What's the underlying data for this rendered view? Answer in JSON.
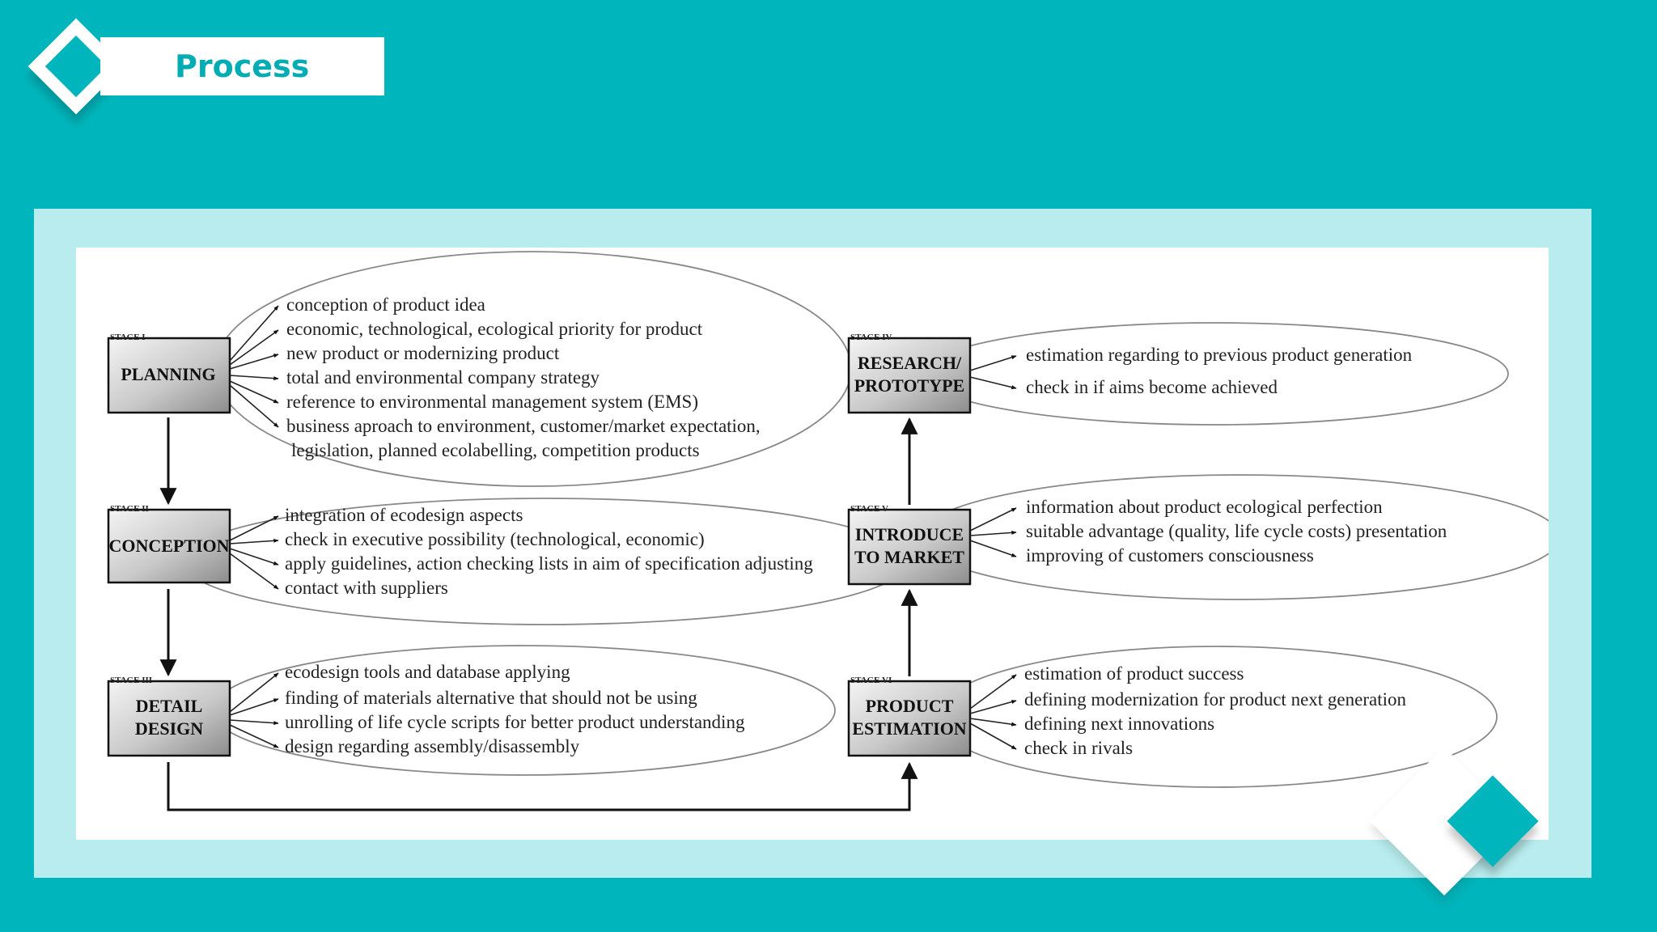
{
  "header": {
    "title": "Process"
  },
  "colors": {
    "background": "#00b5bb",
    "frame": "#b8ecee",
    "title_text": "#00adb5"
  },
  "icons": {
    "logo": "diamond-logo-icon",
    "corner": "diamond-corner-icon"
  },
  "diagram": {
    "stages": {
      "planning": {
        "tag": "STAGE I",
        "title_lines": [
          "PLANNING"
        ],
        "notes": [
          "conception of product idea",
          "economic, technological, ecological priority for product",
          "new product or modernizing product",
          "total and environmental company strategy",
          "reference to environmental management system (EMS)",
          "business aproach to environment, customer/market expectation,",
          "legislation, planned ecolabelling, competition products"
        ]
      },
      "conception": {
        "tag": "STAGE II",
        "title_lines": [
          "CONCEPTION"
        ],
        "notes": [
          "integration of ecodesign aspects",
          "check in executive possibility (technological, economic)",
          "apply guidelines, action checking  lists  in aim of specification adjusting",
          "contact with suppliers"
        ]
      },
      "detail_design": {
        "tag": "STAGE III",
        "title_lines": [
          "DETAIL",
          "DESIGN"
        ],
        "notes": [
          "ecodesign tools and database applying",
          "finding of materials alternative  that should not be using",
          "unrolling of life cycle scripts for better product understanding",
          "design regarding assembly/disassembly"
        ]
      },
      "research": {
        "tag": "STAGE IV",
        "title_lines": [
          "RESEARCH/",
          "PROTOTYPE"
        ],
        "notes": [
          "estimation regarding to previous product generation",
          "check in if aims become achieved"
        ]
      },
      "market": {
        "tag": "STAGE V",
        "title_lines": [
          "INTRODUCE",
          "TO MARKET"
        ],
        "notes": [
          "information about product ecological perfection",
          "suitable advantage (quality, life cycle costs)  presentation",
          "improving of customers consciousness"
        ]
      },
      "estimation": {
        "tag": "STAGE VI",
        "title_lines": [
          "PRODUCT",
          "ESTIMATION"
        ],
        "notes": [
          "estimation of product success",
          "defining modernization for product next generation",
          "defining next innovations",
          "check in rivals"
        ]
      }
    }
  }
}
